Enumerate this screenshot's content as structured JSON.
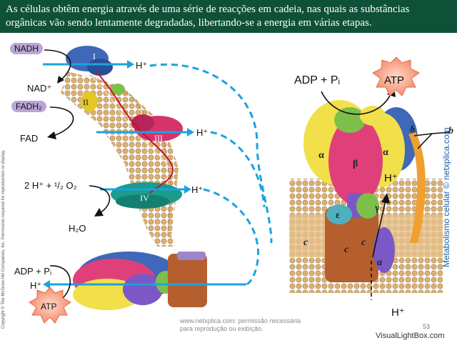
{
  "header": {
    "text": "As células obtêm energia através de uma série de reacções em cadeia, nas quais as substâncias orgânicas vão sendo lentamente degradadas, libertando-se a energia em várias etapas."
  },
  "left_panel": {
    "nadh": "NADH",
    "nad_plus": "NAD⁺",
    "fadh2": "FADH₂",
    "fad": "FAD",
    "complex_I": "I",
    "complex_II": "II",
    "complex_III": "III",
    "complex_IV": "IV",
    "h_plus_1": "H⁺",
    "h_plus_2": "H⁺",
    "h_plus_3": "H⁺",
    "oxygen_eq": "2 H⁺ + ¹/₂ O₂",
    "water": "H₂O",
    "adp_pi": "ADP + Pᵢ",
    "h_plus_4": "H⁺",
    "atp": "ATP"
  },
  "right_panel": {
    "adp_pi": "ADP + Pᵢ",
    "atp": "ATP",
    "alpha_left": "α",
    "beta": "β",
    "alpha_right": "α",
    "delta": "δ",
    "gamma": "γ",
    "epsilon": "ε",
    "b": "b",
    "c1": "c",
    "c2": "c",
    "c3": "c",
    "a": "a",
    "h_plus_up": "H⁺",
    "h_plus_down": "H⁺"
  },
  "footer": {
    "copyright": "Copyright © The McGraw-Hill Companies, Inc. Permission required for reproduction or display.",
    "website": "Metabolismo celular © netxplica.com",
    "watermark": "www.netxplica.com: permissão necessária para reprodução ou exibição.",
    "page_number": "53",
    "visual_lightbox": "VisualLightBox.com"
  },
  "colors": {
    "header_bg": "#0f5138",
    "arrow_blue": "#1aa3e0",
    "membrane": "#c89a5c"
  }
}
